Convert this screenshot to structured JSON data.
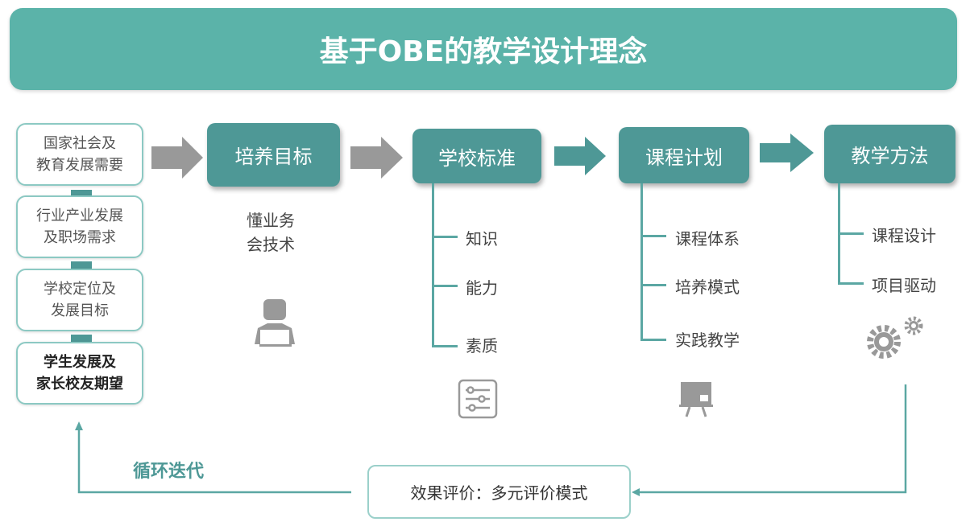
{
  "title": "基于OBE的教学设计理念",
  "sources": [
    {
      "line1": "国家社会及",
      "line2": "教育发展需要"
    },
    {
      "line1": "行业产业发展",
      "line2": "及职场需求"
    },
    {
      "line1": "学校定位及",
      "line2": "发展目标"
    },
    {
      "line1": "学生发展及",
      "line2": "家长校友期望"
    }
  ],
  "stages": [
    {
      "label": "培养目标",
      "items": [
        "懂业务",
        "会技术"
      ],
      "icon": "person-laptop-icon"
    },
    {
      "label": "学校标准",
      "items": [
        "知识",
        "能力",
        "素质"
      ],
      "icon": "sliders-icon"
    },
    {
      "label": "课程计划",
      "items": [
        "课程体系",
        "培养模式",
        "实践教学"
      ],
      "icon": "presentation-board-icon"
    },
    {
      "label": "教学方法",
      "items": [
        "课程设计",
        "项目驱动"
      ],
      "icon": "gears-icon"
    }
  ],
  "evaluation": "效果评价：多元评价模式",
  "loop_label": "循环迭代",
  "colors": {
    "banner": "#5BB3A9",
    "stage": "#4E9896",
    "arrow_gray": "#999999",
    "arrow_teal": "#4E9896"
  }
}
